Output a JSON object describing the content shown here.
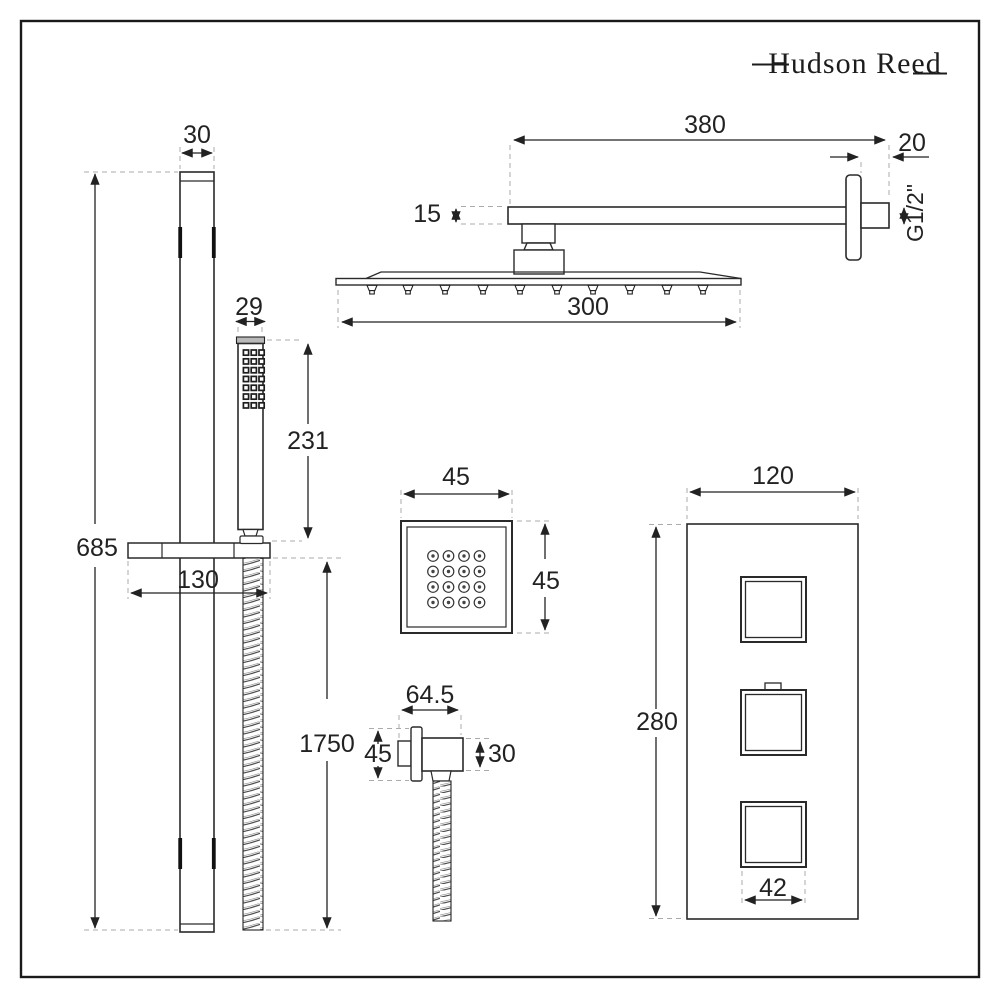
{
  "logo": {
    "brand": "Hudson Reed"
  },
  "drawing": {
    "slide_rail": {
      "rail_width_mm": "30",
      "rail_height_mm": "685",
      "bracket_width_mm": "130",
      "hose_length_mm": "1750"
    },
    "hand_shower": {
      "handset_width_mm": "29",
      "handset_length_mm": "231"
    },
    "shower_arm": {
      "arm_length_mm": "380",
      "wall_projection_mm": "20",
      "arm_thickness_mm": "15",
      "head_width_mm": "300",
      "thread_size": "G1/2\""
    },
    "body_jet": {
      "width_mm": "45",
      "height_mm": "45"
    },
    "outlet_elbow": {
      "width_mm": "64.5",
      "height_mm": "45",
      "depth_mm": "30"
    },
    "valve": {
      "plate_width_mm": "120",
      "plate_height_mm": "280",
      "handle_width_mm": "42"
    }
  },
  "colors": {
    "line": "#2a2a2a",
    "dimension": "#222222",
    "dashed_guide": "#ababab",
    "metal_gray": "#b9b9b9",
    "background": "#ffffff"
  }
}
